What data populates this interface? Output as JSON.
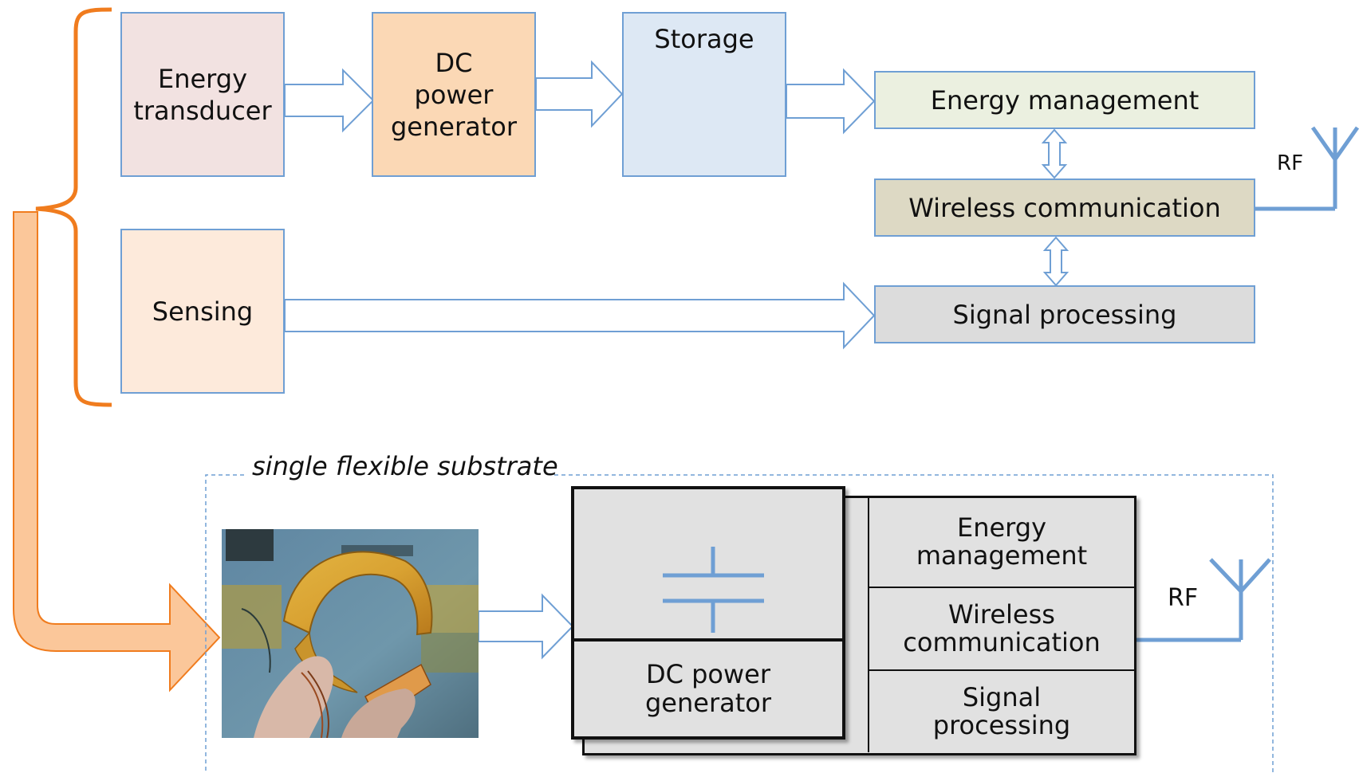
{
  "top": {
    "energy_transducer": "Energy\ntransducer",
    "dc_power_generator": "DC\npower\ngenerator",
    "storage": "Storage",
    "energy_management": "Energy management",
    "wireless_communication": "Wireless communication",
    "signal_processing": "Signal processing",
    "sensing": "Sensing",
    "rf": "RF"
  },
  "bottom": {
    "substrate_label": "single flexible substrate",
    "dc_power_generator": "DC power\ngenerator",
    "energy_management": "Energy\nmanagement",
    "wireless_communication": "Wireless\ncommunication",
    "signal_processing": "Signal\nprocessing",
    "rf": "RF"
  },
  "colors": {
    "transducer_fill": "#f2e2e1",
    "dc_fill": "#fbd8b5",
    "storage_fill": "#dde8f4",
    "energy_mgmt_fill": "#ebf0e0",
    "wireless_fill": "#ddd9c4",
    "signal_fill": "#dcdcdc",
    "sensing_fill": "#fdeadb",
    "box_border": "#6f9fd4",
    "bracket": "#f07c1e",
    "big_arrow": "#fbc79a",
    "arrow_outline": "#6f9fd4"
  }
}
